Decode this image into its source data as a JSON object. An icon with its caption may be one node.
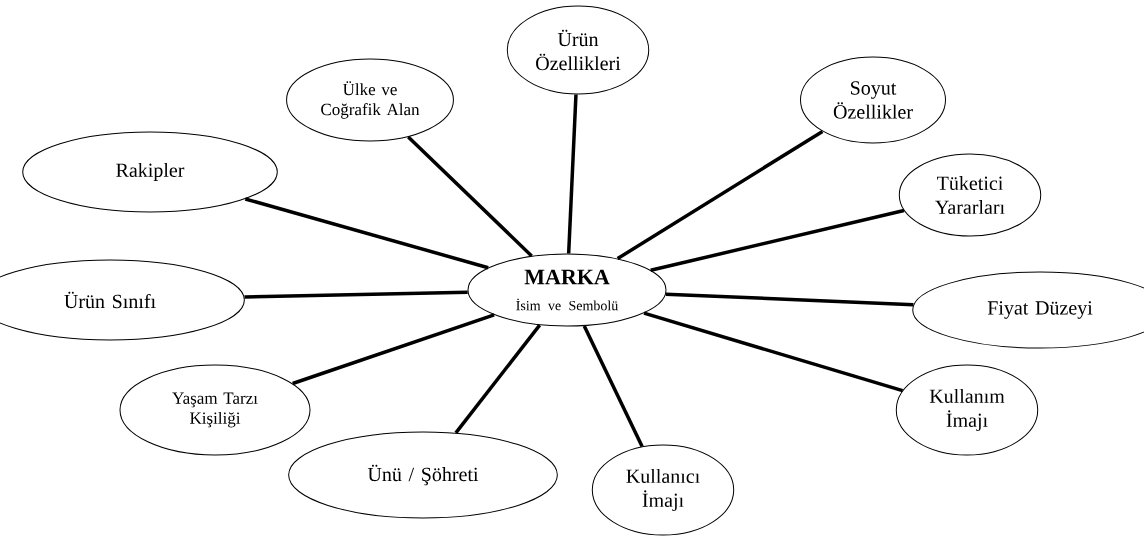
{
  "diagram": {
    "nodes": [
      {
        "text": [
          "MARKA",
          "İsim ve Sembolü"
        ]
      },
      {
        "text": [
          "Ürün Özellikleri"
        ]
      },
      {
        "text": [
          "Ülke ve Coğrafik Alan"
        ]
      },
      {
        "text": [
          "Soyut Özellikler"
        ]
      },
      {
        "text": [
          "Rakipler"
        ]
      },
      {
        "text": [
          "Tüketici Yararları"
        ]
      },
      {
        "text": [
          "Ürün Sınıfı"
        ]
      },
      {
        "text": [
          "Fiyat Düzeyi"
        ]
      },
      {
        "text": [
          "Yaşam Tarzı Kişiliği"
        ]
      },
      {
        "text": [
          "Kullanım İmajı"
        ]
      },
      {
        "text": [
          "Ünü / Şöhreti"
        ]
      },
      {
        "text": [
          "Kullanıcı İmajı"
        ]
      }
    ],
    "edges": [
      {
        "from": 0,
        "to": 1,
        "arrow": "none"
      },
      {
        "from": 0,
        "to": 2,
        "arrow": "none"
      },
      {
        "from": 0,
        "to": 3,
        "arrow": "none"
      },
      {
        "from": 0,
        "to": 4,
        "arrow": "none"
      },
      {
        "from": 0,
        "to": 5,
        "arrow": "none"
      },
      {
        "from": 0,
        "to": 6,
        "arrow": "none"
      },
      {
        "from": 0,
        "to": 7,
        "arrow": "none"
      },
      {
        "from": 0,
        "to": 8,
        "arrow": "none"
      },
      {
        "from": 0,
        "to": 9,
        "arrow": "none"
      },
      {
        "from": 0,
        "to": 10,
        "arrow": "none"
      },
      {
        "from": 0,
        "to": 11,
        "arrow": "none"
      }
    ]
  }
}
